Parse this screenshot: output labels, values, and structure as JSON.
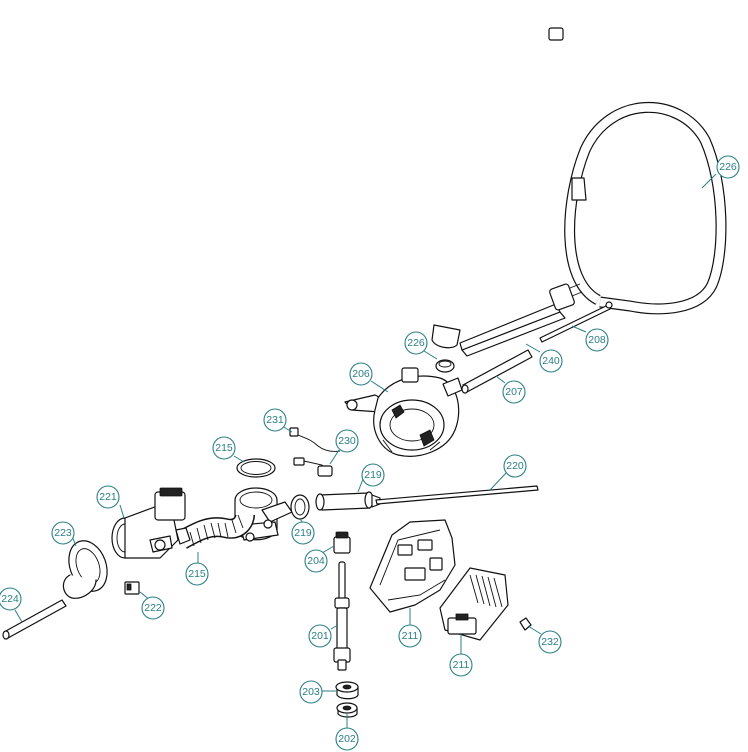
{
  "callouts": [
    {
      "id": "c226a",
      "label": "226"
    },
    {
      "id": "c226b",
      "label": "226"
    },
    {
      "id": "c206",
      "label": "206"
    },
    {
      "id": "c208",
      "label": "208"
    },
    {
      "id": "c240",
      "label": "240"
    },
    {
      "id": "c207",
      "label": "207"
    },
    {
      "id": "c231",
      "label": "231"
    },
    {
      "id": "c230",
      "label": "230"
    },
    {
      "id": "c215a",
      "label": "215"
    },
    {
      "id": "c215b",
      "label": "215"
    },
    {
      "id": "c221",
      "label": "221"
    },
    {
      "id": "c223",
      "label": "223"
    },
    {
      "id": "c219a",
      "label": "219"
    },
    {
      "id": "c219b",
      "label": "219"
    },
    {
      "id": "c220",
      "label": "220"
    },
    {
      "id": "c204",
      "label": "204"
    },
    {
      "id": "c222",
      "label": "222"
    },
    {
      "id": "c224",
      "label": "224"
    },
    {
      "id": "c201",
      "label": "201"
    },
    {
      "id": "c211a",
      "label": "211"
    },
    {
      "id": "c211b",
      "label": "211"
    },
    {
      "id": "c232",
      "label": "232"
    },
    {
      "id": "c203",
      "label": "203"
    },
    {
      "id": "c202",
      "label": "202"
    }
  ],
  "colors": {
    "callout": "#2b7f86",
    "line": "#111111"
  }
}
